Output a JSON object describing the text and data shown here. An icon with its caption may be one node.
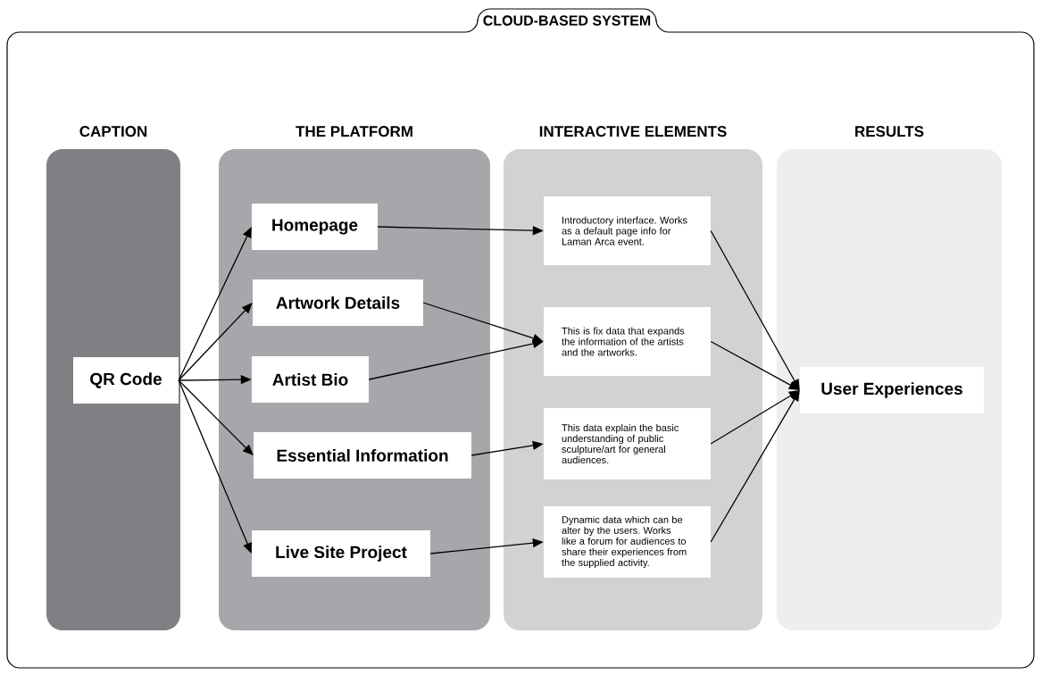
{
  "diagram": {
    "nodes": [
      {
        "text": [
          "CLOUD-BASED SYSTEM"
        ]
      },
      {
        "text": [
          "CAPTION"
        ],
        "in": 0
      },
      {
        "text": [
          "THE PLATFORM"
        ],
        "in": 0
      },
      {
        "text": [
          "INTERACTIVE ELEMENTS"
        ],
        "in": 0
      },
      {
        "text": [
          "RESULTS"
        ],
        "in": 0
      },
      {
        "text": [
          "QR Code"
        ],
        "in": 1
      },
      {
        "text": [
          "Homepage"
        ],
        "in": 2
      },
      {
        "text": [
          "Artwork Details"
        ],
        "in": 2
      },
      {
        "text": [
          "Artist Bio"
        ],
        "in": 2
      },
      {
        "text": [
          "Essential Information"
        ],
        "in": 2
      },
      {
        "text": [
          "Live Site Project"
        ],
        "in": 2
      },
      {
        "text": [
          "Introductory interface. Works as a default page info for Laman Arca event."
        ],
        "in": 3
      },
      {
        "text": [
          "This is fix data that expands the information of the artists and the artworks."
        ],
        "in": 3
      },
      {
        "text": [
          "This data explain the basic understanding of public sculpture/art for general audiences."
        ],
        "in": 3
      },
      {
        "text": [
          "Dynamic data which can be alter by the users. Works like a forum for audiences to share their experiences from the supplied activity."
        ],
        "in": 3
      },
      {
        "text": [
          "User Experiences"
        ],
        "in": 4
      }
    ],
    "edges": [
      {
        "from": 5,
        "to": 6,
        "arrow": "to"
      },
      {
        "from": 5,
        "to": 7,
        "arrow": "to"
      },
      {
        "from": 5,
        "to": 8,
        "arrow": "to"
      },
      {
        "from": 5,
        "to": 9,
        "arrow": "to"
      },
      {
        "from": 5,
        "to": 10,
        "arrow": "to"
      },
      {
        "from": 6,
        "to": 11,
        "arrow": "to"
      },
      {
        "from": 7,
        "to": 12,
        "arrow": "to"
      },
      {
        "from": 8,
        "to": 12,
        "arrow": "to"
      },
      {
        "from": 9,
        "to": 13,
        "arrow": "to"
      },
      {
        "from": 10,
        "to": 14,
        "arrow": "to"
      },
      {
        "from": 11,
        "to": 15,
        "arrow": "to"
      },
      {
        "from": 12,
        "to": 15,
        "arrow": "to"
      },
      {
        "from": 13,
        "to": 15,
        "arrow": "to"
      },
      {
        "from": 14,
        "to": 15,
        "arrow": "to"
      }
    ]
  }
}
